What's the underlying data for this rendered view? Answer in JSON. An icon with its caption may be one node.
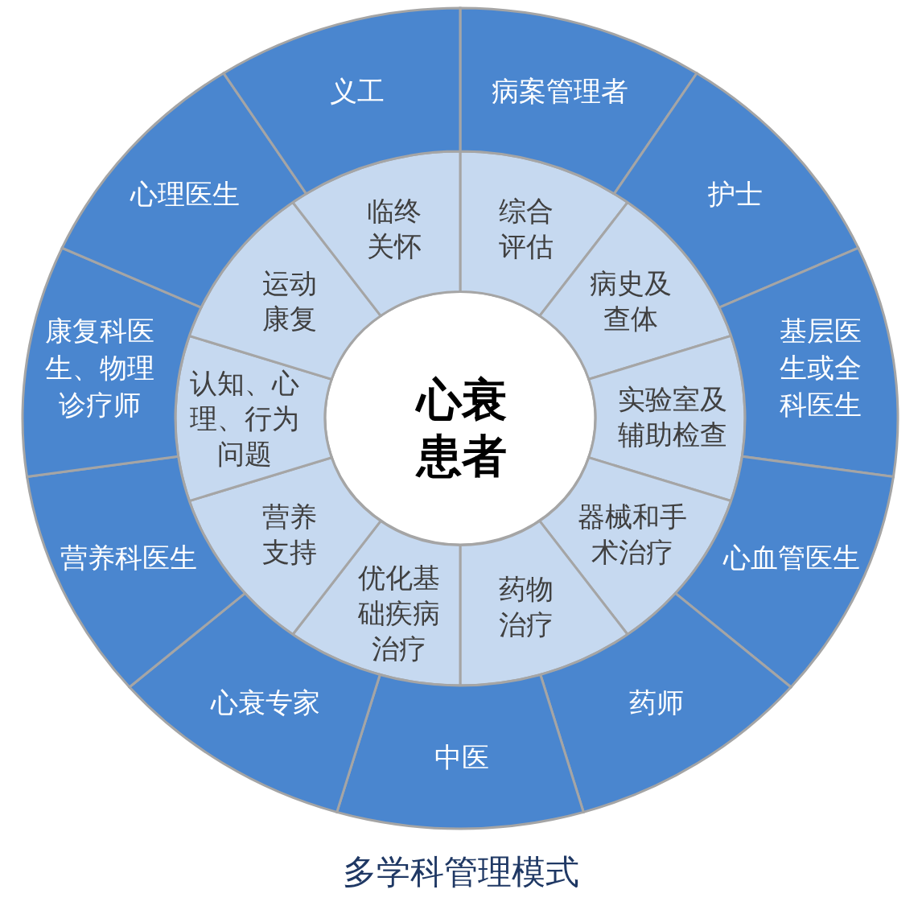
{
  "diagram": {
    "caption": "多学科管理模式",
    "nodes": [
      {
        "text": [
          "心衰患者"
        ]
      },
      {
        "text": [
          "综合评估"
        ]
      },
      {
        "text": [
          "病史及查体"
        ]
      },
      {
        "text": [
          "实验室及辅助检查"
        ]
      },
      {
        "text": [
          "器械和手术治疗"
        ]
      },
      {
        "text": [
          "药物治疗"
        ]
      },
      {
        "text": [
          "优化基础疾病治疗"
        ]
      },
      {
        "text": [
          "营养支持"
        ]
      },
      {
        "text": [
          "认知、心理、行为问题"
        ]
      },
      {
        "text": [
          "运动康复"
        ]
      },
      {
        "text": [
          "临终关怀"
        ]
      },
      {
        "text": [
          "病案管理者"
        ]
      },
      {
        "text": [
          "护士"
        ]
      },
      {
        "text": [
          "基层医生或全科医生"
        ]
      },
      {
        "text": [
          "心血管医生"
        ]
      },
      {
        "text": [
          "药师"
        ]
      },
      {
        "text": [
          "中医"
        ]
      },
      {
        "text": [
          "心衰专家"
        ]
      },
      {
        "text": [
          "营养科医生"
        ]
      },
      {
        "text": [
          "康复科医生、物理诊疗师"
        ]
      },
      {
        "text": [
          "心理医生"
        ]
      },
      {
        "text": [
          "义工"
        ]
      }
    ]
  }
}
